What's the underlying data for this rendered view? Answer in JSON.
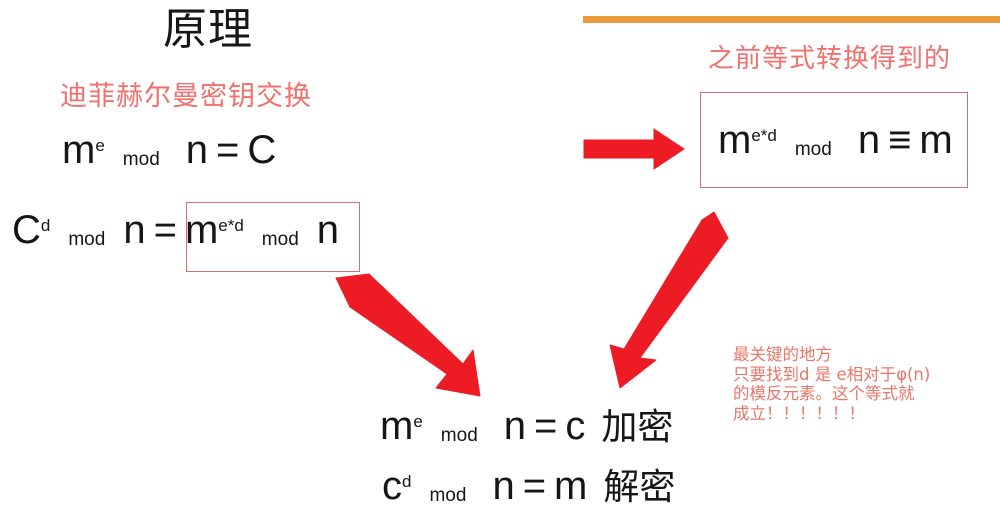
{
  "slide": {
    "title": "原理",
    "bg_color": "#ffffff",
    "accent_orange": "#EC9B3B",
    "accent_red": "#ED1C24",
    "accent_pink": "#F2706E",
    "box_border": "#D96D74",
    "text_color": "#161616"
  },
  "headings": {
    "left_pink": "迪菲赫尔曼密钥交换",
    "right_pink": "之前等式转换得到的"
  },
  "formulas": {
    "eq1": {
      "base1": "m",
      "sup1": "e",
      "mod": "mod",
      "base2": "n",
      "eq": "=",
      "base3": "C"
    },
    "eq2": {
      "base1": "C",
      "sup1": "d",
      "mod1": "mod",
      "base2": "n",
      "eq": "=",
      "base3": "m",
      "sup2": "e*d",
      "mod2": "mod",
      "base4": "n"
    },
    "eq3": {
      "base1": "m",
      "sup1": "e*d",
      "mod": "mod",
      "base2": "n",
      "eq": "≡",
      "base3": "m"
    },
    "eq4": {
      "base1": "m",
      "sup1": "e",
      "mod": "mod",
      "base2": "n",
      "eq": "=",
      "base3": "c",
      "label": "加密"
    },
    "eq5": {
      "base1": "c",
      "sup1": "d",
      "mod": "mod",
      "base2": "n",
      "eq": "=",
      "base3": "m",
      "label": "解密"
    }
  },
  "annotation": {
    "note": "最关键的地方\n只要找到d 是 e相对于φ(n)\n的模反元素。这个等式就\n成立！！！！！！"
  },
  "arrows": {
    "horizontal": "arrow-right",
    "diagonal_down_right": "arrow-down-right",
    "diagonal_down_left": "arrow-down-left"
  }
}
